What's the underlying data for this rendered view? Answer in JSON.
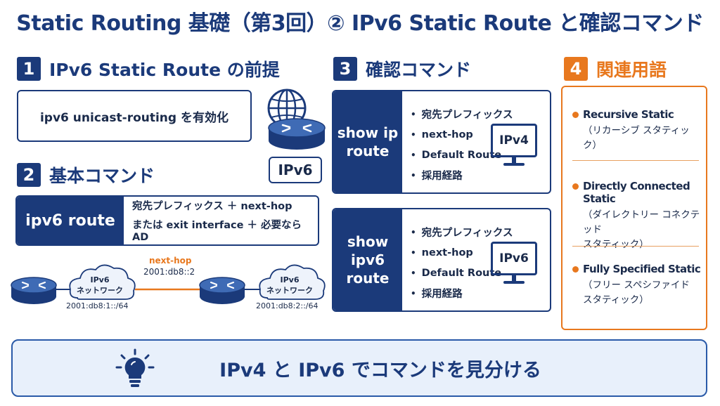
{
  "title": "Static Routing 基礎（第3回）② IPv6 Static Route と確認コマンド",
  "sections": {
    "s1": {
      "num": "1",
      "label": "IPv6 Static Route の前提",
      "prereq": "ipv6 unicast-routing を有効化",
      "badge": "IPv6"
    },
    "s2": {
      "num": "2",
      "label": "基本コマンド",
      "cmd": "ipv6 route",
      "line1": "宛先プレフィックス ＋ next-hop",
      "line2": "または exit interface ＋ 必要なら AD"
    },
    "s3": {
      "num": "3",
      "label": "確認コマンド",
      "ipv4": {
        "cmd_l1": "show ip",
        "cmd_l2": "route",
        "items": [
          "宛先プレフィックス",
          "next-hop",
          "Default Route",
          "採用経路"
        ],
        "monitor": "IPv4"
      },
      "ipv6": {
        "cmd_l1": "show",
        "cmd_l2": "ipv6",
        "cmd_l3": "route",
        "items": [
          "宛先プレフィックス",
          "next-hop",
          "Default Route",
          "採用経路"
        ],
        "monitor": "IPv6"
      }
    },
    "s4": {
      "num": "4",
      "label": "関連用語",
      "terms": [
        {
          "name": "Recursive Static",
          "desc1": "（リカーシブ スタティック）",
          "desc2": ""
        },
        {
          "name": "Directly Connected Static",
          "desc1": "（ダイレクトリー コネクテッド",
          "desc2": "スタティック）"
        },
        {
          "name": "Fully Specified Static",
          "desc1": "（フリー スペシファイド",
          "desc2": "スタティック）"
        }
      ]
    }
  },
  "topology": {
    "cloud1": {
      "l1": "IPv6",
      "l2": "ネットワーク",
      "net": "2001:db8:1::/64"
    },
    "cloud2": {
      "l1": "IPv6",
      "l2": "ネットワーク",
      "net": "2001:db8:2::/64"
    },
    "nexthop_label": "next-hop",
    "nexthop_addr": "2001:db8::2"
  },
  "bottom": {
    "text": "IPv4 と IPv6 でコマンドを見分ける"
  },
  "colors": {
    "navy": "#1b3a7a",
    "orange": "#e8781e",
    "light_blue": "#e8f0fb"
  },
  "icons": [
    "globe-icon",
    "router-icon",
    "monitor-icon",
    "cloud-icon",
    "lightbulb-icon"
  ]
}
